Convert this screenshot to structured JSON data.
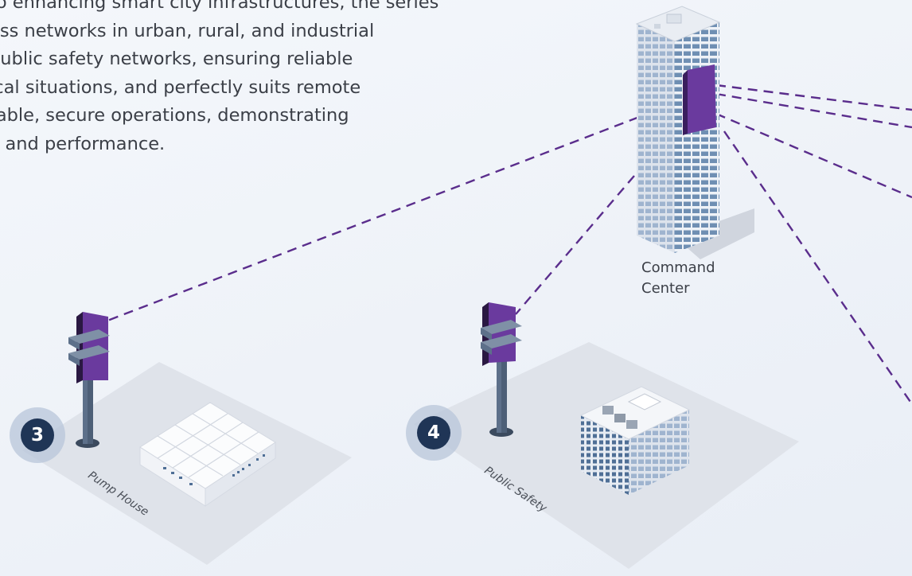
{
  "intro": {
    "lines": [
      "to enhancing smart city infrastructures, the series",
      "ess networks in urban, rural, and industrial",
      "public safety networks, ensuring reliable",
      "ical situations, and perfectly suits remote",
      "table, secure operations, demonstrating",
      "y and performance."
    ]
  },
  "command_center": {
    "label_line1": "Command",
    "label_line2": "Center"
  },
  "sites": [
    {
      "number": "3",
      "label": "Pump House"
    },
    {
      "number": "4",
      "label": "Public Safety"
    }
  ],
  "colors": {
    "link": "#5a2d8c",
    "radio": "#6a3a9e",
    "badge": "#1f3556",
    "pole": "#5d708a",
    "ground": "#dfe3ea"
  }
}
